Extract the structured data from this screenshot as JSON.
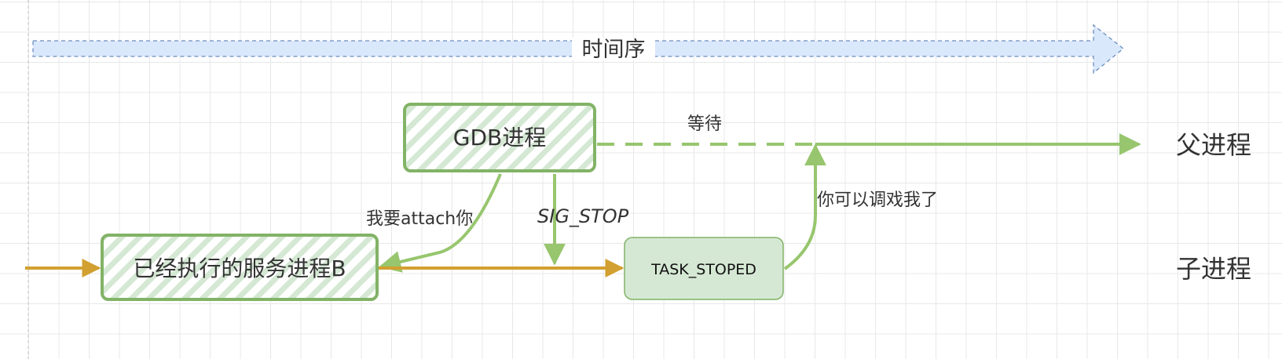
{
  "timeline": {
    "label": "时间序"
  },
  "nodes": {
    "gdb": {
      "label": "GDB进程"
    },
    "service": {
      "label": "已经执行的服务进程B"
    },
    "stopped": {
      "label": "TASK_STOPED"
    }
  },
  "edges": {
    "wait": {
      "label": "等待"
    },
    "attach": {
      "label": "我要attach你"
    },
    "sigstop": {
      "label": "SIG_STOP"
    },
    "debug_me": {
      "label": "你可以调戏我了"
    }
  },
  "lanes": {
    "parent": {
      "label": "父进程"
    },
    "child": {
      "label": "子进程"
    }
  },
  "colors": {
    "green": "#97c66e",
    "green_dark": "#82b366",
    "green_fill": "#d5e8d4",
    "orange": "#d2a030",
    "timeline_fill": "#dae8fc",
    "timeline_stroke": "#6c8ebf",
    "text": "#333333"
  }
}
